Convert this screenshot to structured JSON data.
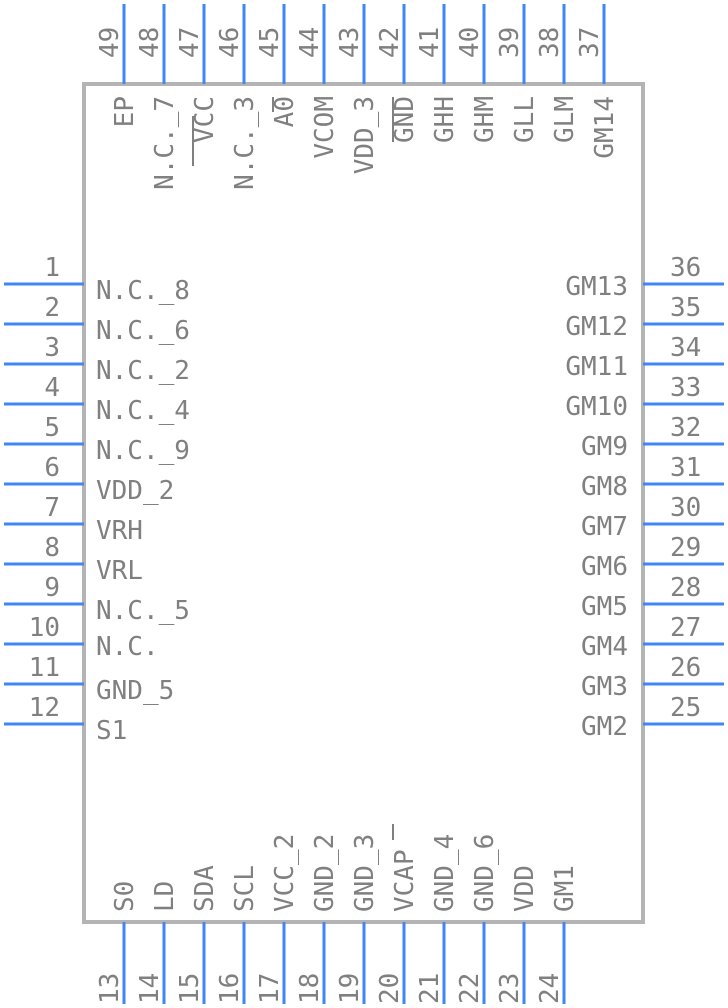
{
  "colors": {
    "pin": "#4285f4",
    "text": "#808080",
    "outline": "#b4b4b4",
    "background": "#ffffff"
  },
  "left_pins": [
    {
      "num": "1",
      "name": "N.C._8"
    },
    {
      "num": "2",
      "name": "N.C._6"
    },
    {
      "num": "3",
      "name": "N.C._2"
    },
    {
      "num": "4",
      "name": "N.C._4"
    },
    {
      "num": "5",
      "name": "N.C._9"
    },
    {
      "num": "6",
      "name": "VDD_2"
    },
    {
      "num": "7",
      "name": "VRH"
    },
    {
      "num": "8",
      "name": "VRL"
    },
    {
      "num": "9",
      "name": "N.C._5"
    },
    {
      "num": "10",
      "name": "N.C."
    },
    {
      "num": "11",
      "name": "GND_5"
    },
    {
      "num": "12",
      "name": "S1"
    }
  ],
  "right_pins": [
    {
      "num": "36",
      "name": "GM13"
    },
    {
      "num": "35",
      "name": "GM12"
    },
    {
      "num": "34",
      "name": "GM11"
    },
    {
      "num": "33",
      "name": "GM10"
    },
    {
      "num": "32",
      "name": "GM9"
    },
    {
      "num": "31",
      "name": "GM8"
    },
    {
      "num": "30",
      "name": "GM7"
    },
    {
      "num": "29",
      "name": "GM6"
    },
    {
      "num": "28",
      "name": "GM5"
    },
    {
      "num": "27",
      "name": "GM4"
    },
    {
      "num": "26",
      "name": "GM3"
    },
    {
      "num": "25",
      "name": "GM2"
    }
  ],
  "bottom_pins": [
    {
      "num": "13",
      "name": "S0"
    },
    {
      "num": "14",
      "name": "LD"
    },
    {
      "num": "15",
      "name": "SDA"
    },
    {
      "num": "16",
      "name": "SCL"
    },
    {
      "num": "17",
      "name": "VCC_2"
    },
    {
      "num": "18",
      "name": "GND_2"
    },
    {
      "num": "19",
      "name": "GND_3"
    },
    {
      "num": "20",
      "name": "VCAP"
    },
    {
      "num": "21",
      "name": "GND_4"
    },
    {
      "num": "22",
      "name": "GND_6"
    },
    {
      "num": "23",
      "name": "VDD"
    },
    {
      "num": "24",
      "name": "GM1"
    }
  ],
  "top_pins": [
    {
      "num": "49",
      "name": "EP"
    },
    {
      "num": "48",
      "name": "N.C._7"
    },
    {
      "num": "47",
      "name": "VCC"
    },
    {
      "num": "46",
      "name": "N.C._3"
    },
    {
      "num": "45",
      "name": "A0"
    },
    {
      "num": "44",
      "name": "VCOM"
    },
    {
      "num": "43",
      "name": "VDD_3"
    },
    {
      "num": "42",
      "name": "GND"
    },
    {
      "num": "41",
      "name": "GHH"
    },
    {
      "num": "40",
      "name": "GHM"
    },
    {
      "num": "39",
      "name": "GLL"
    },
    {
      "num": "38",
      "name": "GLM"
    },
    {
      "num": "37",
      "name": "GM14"
    }
  ]
}
